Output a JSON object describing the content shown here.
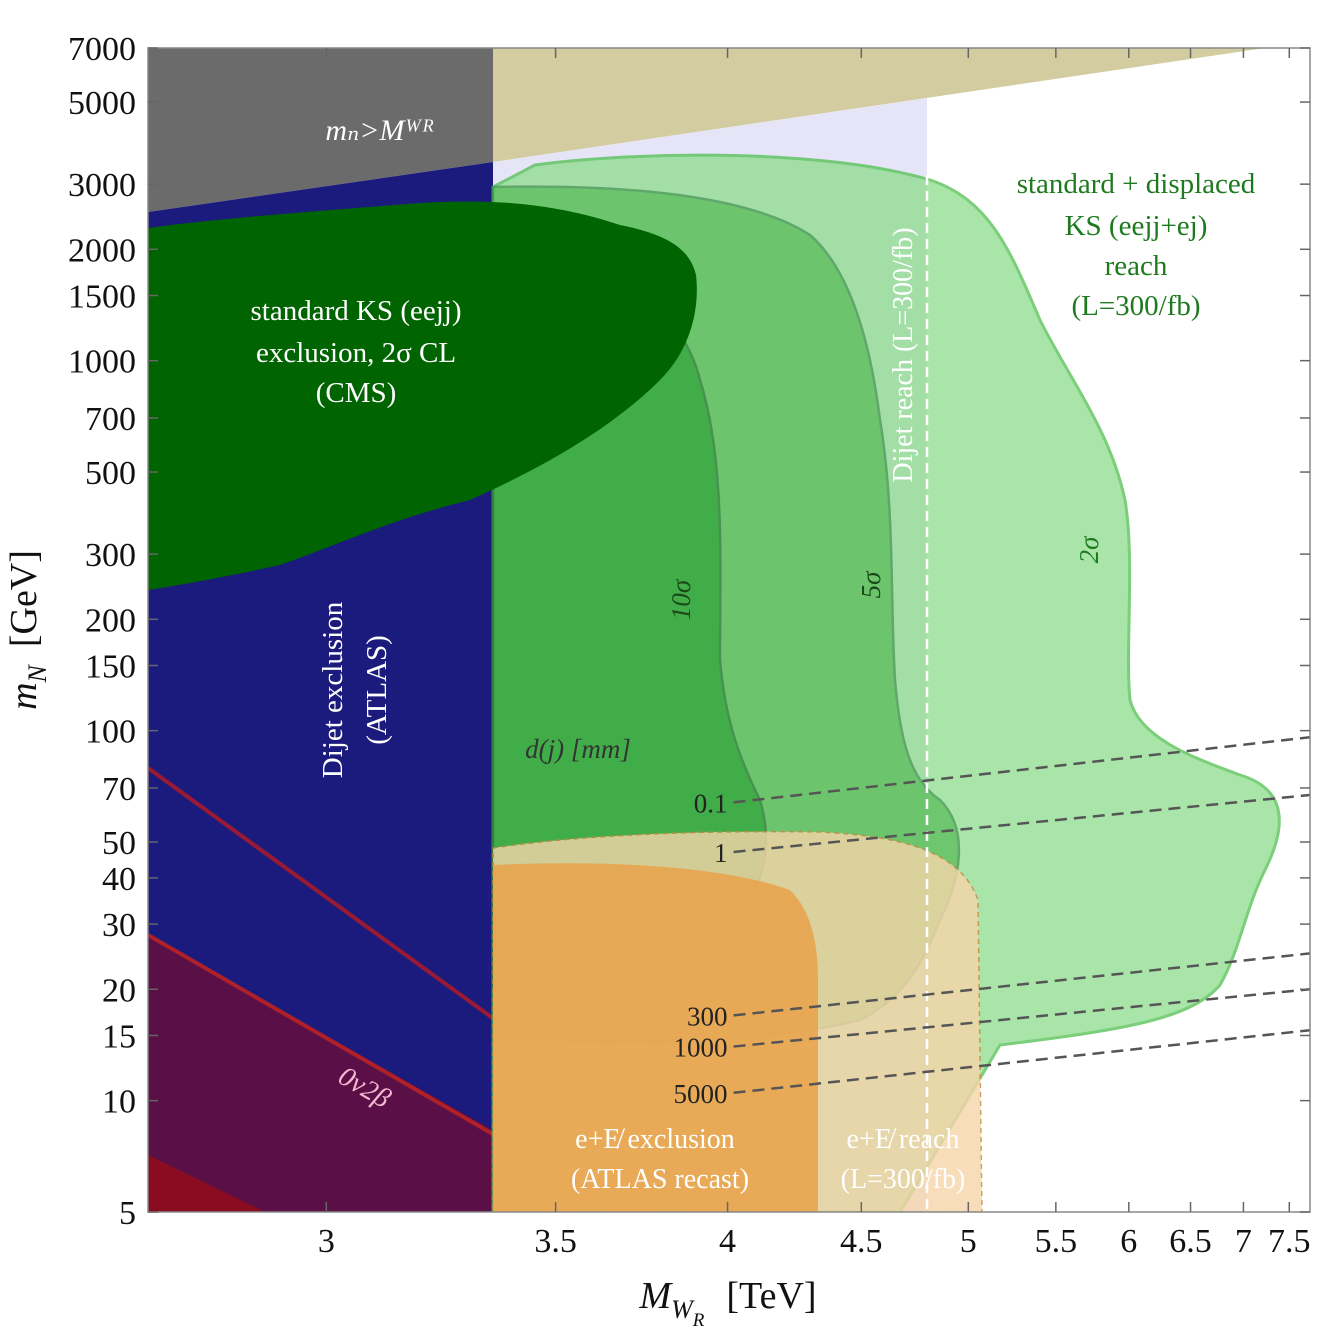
{
  "chart_data": {
    "type": "area",
    "xlabel_main": "M",
    "xlabel_sub": "W",
    "xlabel_subsub": "R",
    "xlabel_unit": "[TeV]",
    "ylabel_main": "m",
    "ylabel_sub": "N",
    "ylabel_unit": "[GeV]",
    "xscale": "reciprocal (1/M)",
    "yscale": "log",
    "xlim": [
      2.7,
      7.75
    ],
    "ylim": [
      5,
      7000
    ],
    "x_ticks": [
      3,
      3.5,
      4,
      4.5,
      5,
      5.5,
      6,
      6.5,
      7,
      7.5
    ],
    "x_tick_labels": [
      "3",
      "3.5",
      "4",
      "4.5",
      "5",
      "5.5",
      "6",
      "6.5",
      "7",
      "7.5"
    ],
    "y_ticks": [
      5,
      10,
      15,
      20,
      30,
      40,
      50,
      70,
      100,
      150,
      200,
      300,
      500,
      700,
      1000,
      1500,
      2000,
      3000,
      5000,
      7000
    ],
    "y_tick_labels": [
      "5",
      "10",
      "15",
      "20",
      "30",
      "40",
      "50",
      "70",
      "100",
      "150",
      "200",
      "300",
      "500",
      "700",
      "1000",
      "1500",
      "2000",
      "3000",
      "5000",
      "7000"
    ],
    "regions": [
      {
        "id": "gray",
        "color": "#6b6b6b",
        "text": [
          "mₙ>Mᵂᴿ"
        ]
      },
      {
        "id": "dijet_excl",
        "color": "#1b1b7e",
        "text": [
          "Dijet exclusion",
          "(ATLAS)"
        ]
      },
      {
        "id": "cms_excl",
        "color": "#006400",
        "text": [
          "standard KS (eejj)",
          "exclusion, 2σ CL",
          "(CMS)"
        ]
      },
      {
        "id": "reach2",
        "color": "#7fd27f",
        "text": [
          "standard + displaced",
          "KS (eejj+ej)",
          "reach",
          "(L=300/fb)"
        ]
      },
      {
        "id": "dijet_reach",
        "color": "#c8c8f0",
        "text": [
          "Dijet reach (L=300/fb)"
        ]
      },
      {
        "id": "emet_excl",
        "color": "#e8a040",
        "text": [
          "e+E̸ exclusion",
          "(ATLAS recast)"
        ]
      },
      {
        "id": "emet_reach",
        "color": "#f5c890",
        "text": [
          "e+E̸ reach",
          "(L=300/fb)"
        ]
      },
      {
        "id": "znbb",
        "color": "#5a1046",
        "text": [
          "0ν2β"
        ]
      }
    ],
    "contour_labels": [
      "10σ",
      "5σ",
      "2σ"
    ],
    "displacement_title": "d(j) [mm]",
    "displacement_contours": [
      {
        "label": "0.1",
        "x": [
          4.02,
          7.75
        ],
        "y": [
          64,
          96
        ]
      },
      {
        "label": "1",
        "x": [
          4.02,
          7.75
        ],
        "y": [
          47,
          67
        ]
      },
      {
        "label": "300",
        "x": [
          4.02,
          7.75
        ],
        "y": [
          17,
          25
        ]
      },
      {
        "label": "1000",
        "x": [
          4.02,
          7.75
        ],
        "y": [
          14,
          20
        ]
      },
      {
        "label": "5000",
        "x": [
          4.02,
          7.75
        ],
        "y": [
          10.5,
          15.5
        ]
      }
    ]
  }
}
